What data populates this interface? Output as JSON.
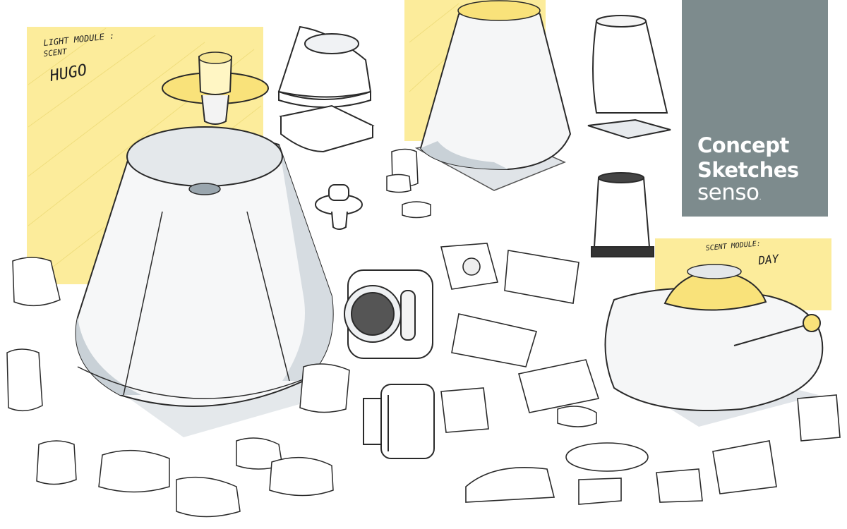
{
  "title_card": {
    "line1": "Concept",
    "line2": "Sketches",
    "brand": "senso"
  },
  "annotations": {
    "light_module_title": "LIGHT MODULE :",
    "light_module_sub": "SCENT",
    "light_module_signature": "HUGO",
    "scent_module_title": "SCENT MODULE:",
    "scent_module_signature": "DAY"
  },
  "colors": {
    "title_card_bg": "#7d8b8d",
    "marker_yellow": "#fbe98a",
    "marker_grey": "#cfd6dc",
    "ink": "#2a2a2a"
  }
}
